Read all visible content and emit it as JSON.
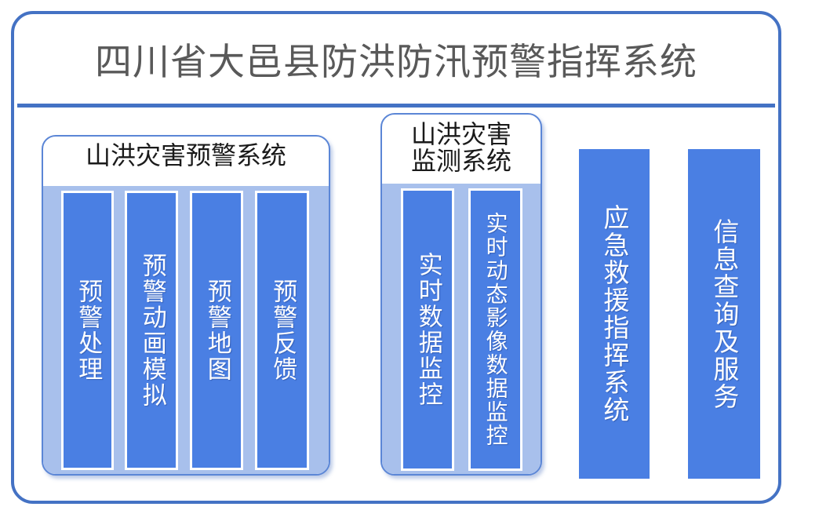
{
  "header": {
    "title": "四川省大邑县防洪防汛预警指挥系统"
  },
  "colors": {
    "frame": "#4472C4",
    "panel_border": "#5B86D6",
    "panel_fill": "#A8C0EC",
    "column": "#4A7FE3",
    "title_text": "#595959",
    "column_text": "#FFFFFF",
    "background": "#FFFFFF"
  },
  "panels": [
    {
      "id": "warning",
      "title": "山洪灾害预警系统",
      "columns": [
        {
          "label": "预警处理"
        },
        {
          "label": "预警动画模拟"
        },
        {
          "label": "预警地图"
        },
        {
          "label": "预警反馈"
        }
      ]
    },
    {
      "id": "monitor",
      "title": "山洪灾害\n监测系统",
      "columns": [
        {
          "label": "实时数据监控"
        },
        {
          "label": "实时动态影像数据监控"
        }
      ]
    }
  ],
  "standalone_columns": [
    {
      "label": "应急救援指挥系统"
    },
    {
      "label": "信息查询及服务"
    }
  ]
}
